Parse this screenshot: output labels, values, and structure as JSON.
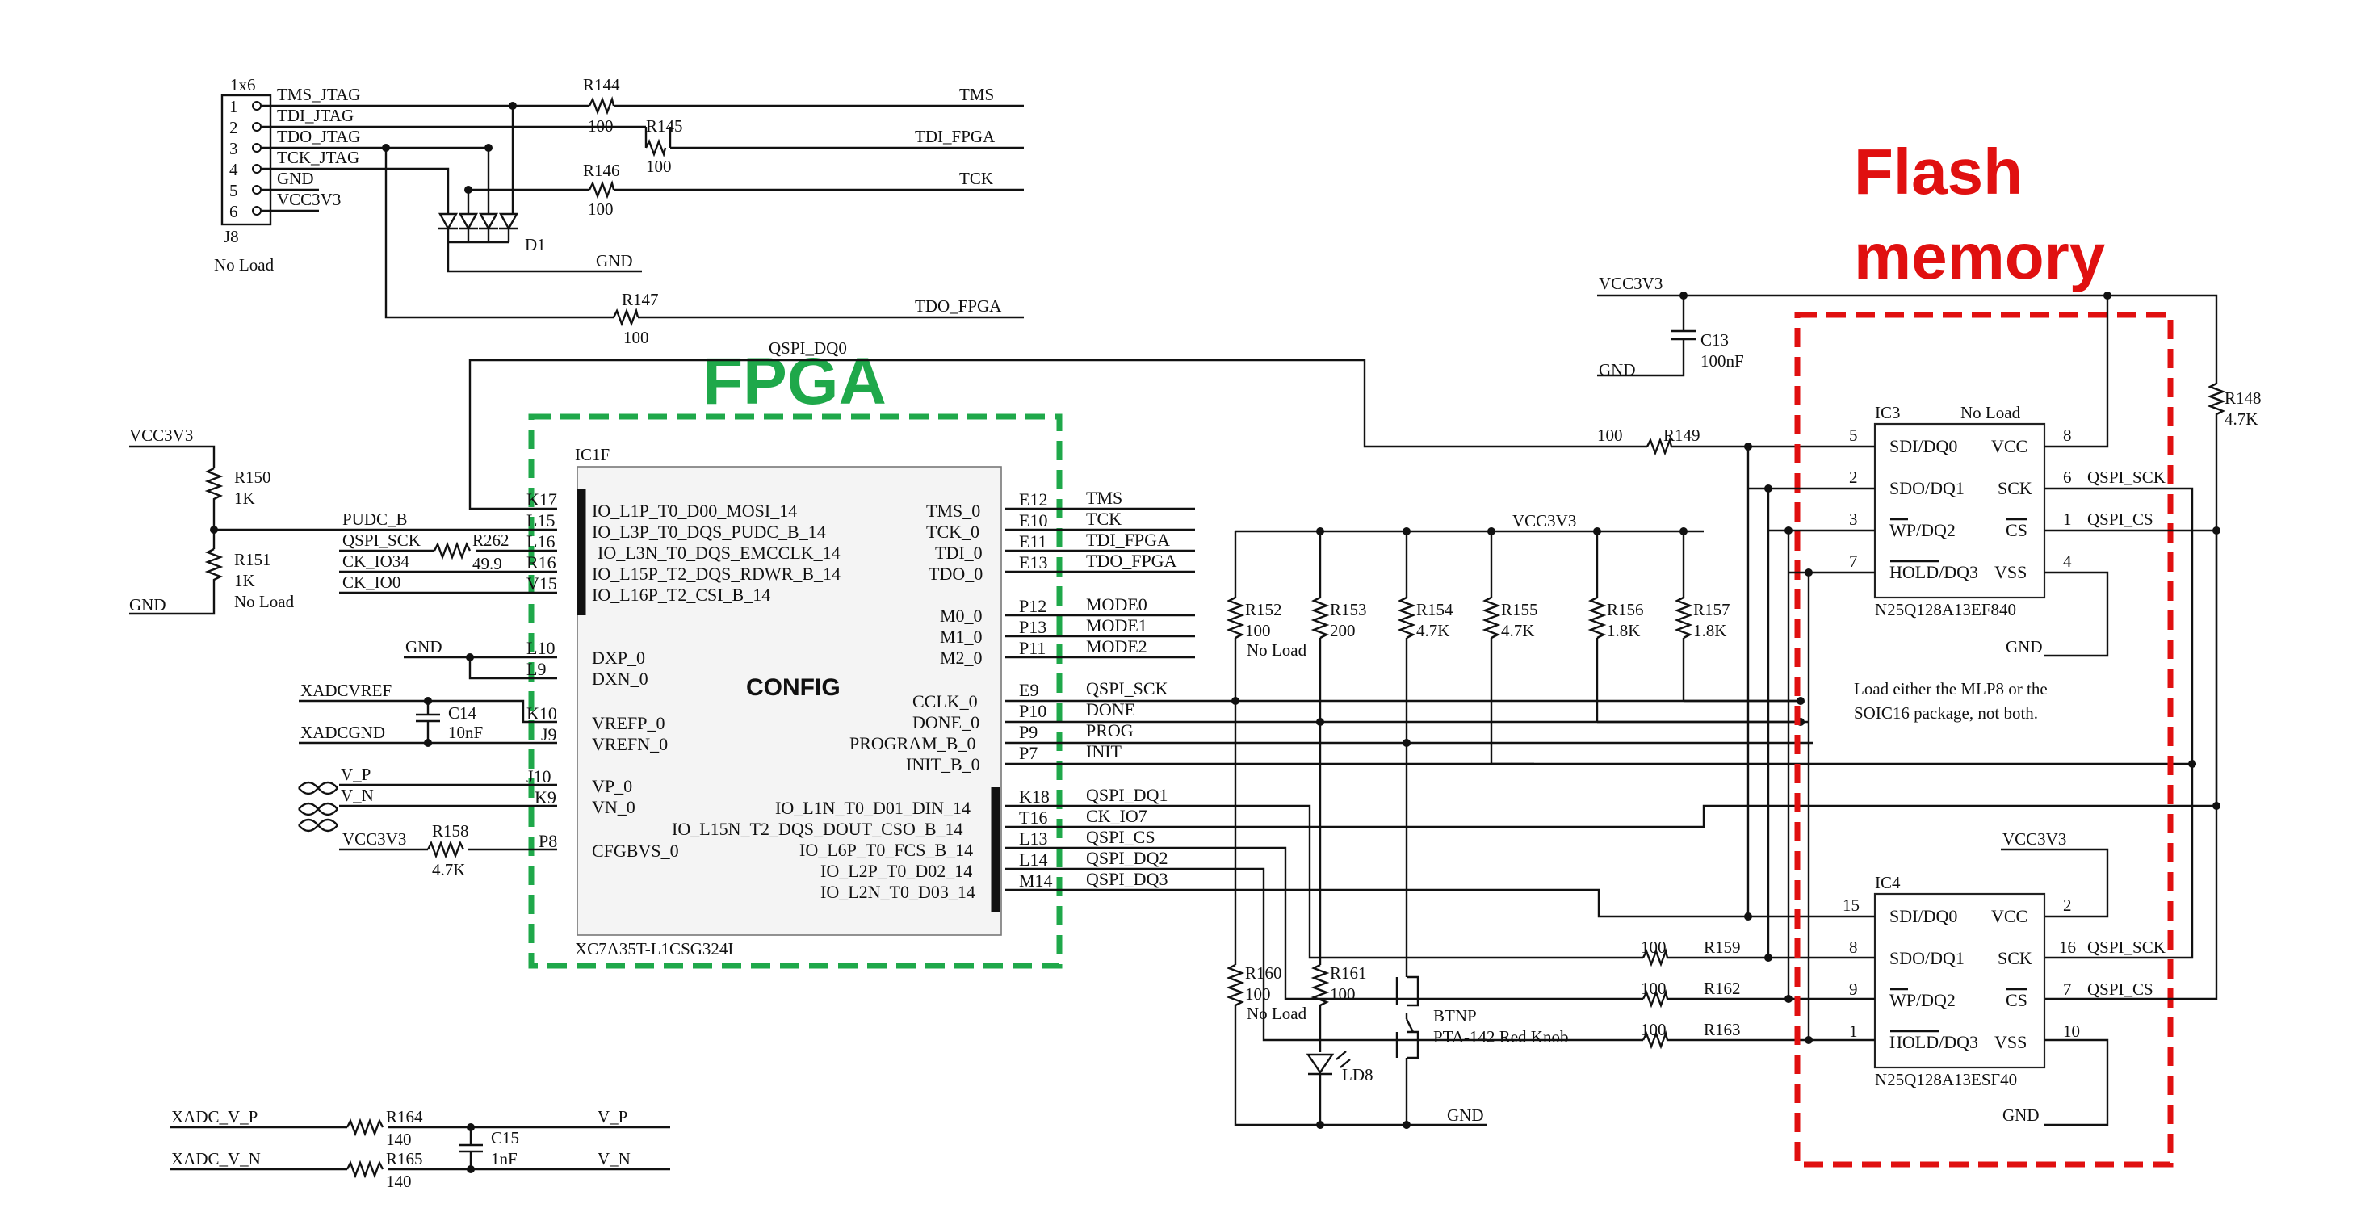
{
  "colors": {
    "fpga_box": "#1fa84a",
    "flash_box": "#e01010",
    "flash_title": "#e01010",
    "fpga_title": "#1fa84a"
  },
  "jtag": {
    "header": "1x6",
    "ref": "J8",
    "note": "No Load",
    "pins": [
      "1",
      "2",
      "3",
      "4",
      "5",
      "6"
    ],
    "nets": [
      "TMS_JTAG",
      "TDI_JTAG",
      "TDO_JTAG",
      "TCK_JTAG",
      "GND",
      "VCC3V3"
    ],
    "r144": "R144",
    "r144v": "100",
    "r145": "R145",
    "r145v": "100",
    "r146": "R146",
    "r146v": "100",
    "r147": "R147",
    "r147v": "100",
    "d1": "D1",
    "gnd": "GND",
    "out_tms": "TMS",
    "out_tdi": "TDI_FPGA",
    "out_tck": "TCK",
    "out_tdo": "TDO_FPGA"
  },
  "fpga": {
    "title": "FPGA",
    "ref": "IC1F",
    "center": "CONFIG",
    "part": "XC7A35T-L1CSG324I",
    "qspi_dq0": "QSPI_DQ0",
    "left_pins": [
      {
        "num": "K17",
        "name": "IO_L1P_T0_D00_MOSI_14"
      },
      {
        "num": "L15",
        "name": "IO_L3P_T0_DQS_PUDC_B_14"
      },
      {
        "num": "L16",
        "name": "IO_L3N_T0_DQS_EMCCLK_14"
      },
      {
        "num": "R16",
        "name": "IO_L15P_T2_DQS_RDWR_B_14"
      },
      {
        "num": "V15",
        "name": "IO_L16P_T2_CSI_B_14"
      },
      {
        "num": "L10",
        "name": "DXP_0"
      },
      {
        "num": "L9",
        "name": "DXN_0"
      },
      {
        "num": "K10",
        "name": "VREFP_0"
      },
      {
        "num": "J9",
        "name": "VREFN_0"
      },
      {
        "num": "J10",
        "name": "VP_0"
      },
      {
        "num": "K9",
        "name": "VN_0"
      },
      {
        "num": "P8",
        "name": "CFGBVS_0"
      }
    ],
    "right_pins": [
      {
        "num": "E12",
        "name": "TMS_0",
        "net": "TMS"
      },
      {
        "num": "E10",
        "name": "TCK_0",
        "net": "TCK"
      },
      {
        "num": "E11",
        "name": "TDI_0",
        "net": "TDI_FPGA"
      },
      {
        "num": "E13",
        "name": "TDO_0",
        "net": "TDO_FPGA"
      },
      {
        "num": "P12",
        "name": "M0_0",
        "net": "MODE0"
      },
      {
        "num": "P13",
        "name": "M1_0",
        "net": "MODE1"
      },
      {
        "num": "P11",
        "name": "M2_0",
        "net": "MODE2"
      },
      {
        "num": "E9",
        "name": "CCLK_0",
        "net": "QSPI_SCK"
      },
      {
        "num": "P10",
        "name": "DONE_0",
        "net": "DONE"
      },
      {
        "num": "P9",
        "name": "PROGRAM_B_0",
        "net": "PROG"
      },
      {
        "num": "P7",
        "name": "INIT_B_0",
        "net": "INIT"
      },
      {
        "num": "K18",
        "name": "IO_L1N_T0_D01_DIN_14",
        "net": "QSPI_DQ1"
      },
      {
        "num": "T16",
        "name": "IO_L15N_T2_DQS_DOUT_CSO_B_14",
        "net": "CK_IO7"
      },
      {
        "num": "L13",
        "name": "IO_L6P_T0_FCS_B_14",
        "net": "QSPI_CS"
      },
      {
        "num": "L14",
        "name": "IO_L2P_T0_D02_14",
        "net": "QSPI_DQ2"
      },
      {
        "num": "M14",
        "name": "IO_L2N_T0_D03_14",
        "net": "QSPI_DQ3"
      }
    ]
  },
  "left_side": {
    "vcc": "VCC3V3",
    "gnd": "GND",
    "r150": "R150",
    "r150v": "1K",
    "r151": "R151",
    "r151v": "1K",
    "r151n": "No Load",
    "pudc": "PUDC_B",
    "qspi_sck": "QSPI_SCK",
    "ck_io34": "CK_IO34",
    "ck_io0": "CK_IO0",
    "r262": "R262",
    "r262v": "49.9",
    "gnd2": "GND",
    "xadcvref": "XADCVREF",
    "xadcgnd": "XADCGND",
    "c14": "C14",
    "c14v": "10nF",
    "vp": "V_P",
    "vn": "V_N",
    "vcc2": "VCC3V3",
    "r158": "R158",
    "r158v": "4.7K"
  },
  "xadc": {
    "in_p": "XADC_V_P",
    "in_n": "XADC_V_N",
    "r164": "R164",
    "r164v": "140",
    "r165": "R165",
    "r165v": "140",
    "c15": "C15",
    "c15v": "1nF",
    "out_p": "V_P",
    "out_n": "V_N"
  },
  "pullups": {
    "vcc": "VCC3V3",
    "items": [
      {
        "ref": "R152",
        "val": "100",
        "note": "No Load"
      },
      {
        "ref": "R153",
        "val": "200",
        "note": ""
      },
      {
        "ref": "R154",
        "val": "4.7K",
        "note": ""
      },
      {
        "ref": "R155",
        "val": "4.7K",
        "note": ""
      },
      {
        "ref": "R156",
        "val": "1.8K",
        "note": ""
      },
      {
        "ref": "R157",
        "val": "1.8K",
        "note": ""
      }
    ],
    "r160": "R160",
    "r160v": "100",
    "r160n": "No Load",
    "r161": "R161",
    "r161v": "100",
    "ld8": "LD8",
    "btn": "BTNP",
    "btn_desc": "PTA-142 Red Knob",
    "gnd": "GND"
  },
  "flash": {
    "title_line1": "Flash",
    "title_line2": "memory",
    "vcc": "VCC3V3",
    "gnd": "GND",
    "c13": "C13",
    "c13v": "100nF",
    "r148": "R148",
    "r148v": "4.7K",
    "r149": "R149",
    "r149v": "100",
    "r159": "R159",
    "r159v": "100",
    "r162": "R162",
    "r162v": "100",
    "r163": "R163",
    "r163v": "100",
    "note_line1": "Load either the MLP8 or the",
    "note_line2": "SOIC16 package, not both.",
    "ic3": {
      "ref": "IC3",
      "note": "No Load",
      "part": "N25Q128A13EF840",
      "left": [
        {
          "num": "5",
          "name": "SDI/DQ0"
        },
        {
          "num": "2",
          "name": "SDO/DQ1"
        },
        {
          "num": "3",
          "name": "WP/DQ2"
        },
        {
          "num": "7",
          "name": "HOLD/DQ3"
        }
      ],
      "right": [
        {
          "num": "8",
          "name": "VCC",
          "net": ""
        },
        {
          "num": "6",
          "name": "SCK",
          "net": "QSPI_SCK"
        },
        {
          "num": "1",
          "name": "CS",
          "net": "QSPI_CS"
        },
        {
          "num": "4",
          "name": "VSS",
          "net": ""
        }
      ],
      "gnd": "GND"
    },
    "ic4": {
      "ref": "IC4",
      "part": "N25Q128A13ESF40",
      "vcc": "VCC3V3",
      "left": [
        {
          "num": "15",
          "name": "SDI/DQ0"
        },
        {
          "num": "8",
          "name": "SDO/DQ1"
        },
        {
          "num": "9",
          "name": "WP/DQ2"
        },
        {
          "num": "1",
          "name": "HOLD/DQ3"
        }
      ],
      "right": [
        {
          "num": "2",
          "name": "VCC",
          "net": ""
        },
        {
          "num": "16",
          "name": "SCK",
          "net": "QSPI_SCK"
        },
        {
          "num": "7",
          "name": "CS",
          "net": "QSPI_CS"
        },
        {
          "num": "10",
          "name": "VSS",
          "net": ""
        }
      ],
      "gnd": "GND"
    }
  }
}
